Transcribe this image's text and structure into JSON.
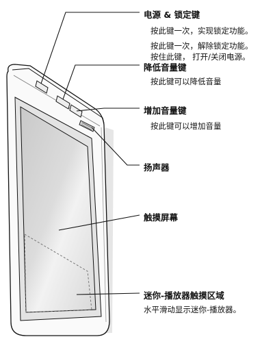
{
  "labels": {
    "power_title": "电源 & 锁定键",
    "power_desc1": "按此键一次，实现锁定功能。",
    "power_desc2": "按此键一次，解除锁定功能。",
    "power_desc3": "按住此键， 打开/关闭电源。",
    "voldown_title": "降低音量键",
    "voldown_desc": "按此键可以降低音量",
    "volup_title": "增加音量键",
    "volup_desc": "按此键可以增加音量",
    "speaker_title": "扬声器",
    "screen_title": "触摸屏幕",
    "mini_title": "迷你-播放器触摸区域",
    "mini_desc": "水平滑动显示迷你-播放器。"
  },
  "colors": {
    "line": "#111111",
    "body_fill": "#fafafa",
    "frame_fill": "#e3e3e3",
    "screen_fill": "#d3d3d3",
    "zone_dash": "#6a6a6a"
  }
}
